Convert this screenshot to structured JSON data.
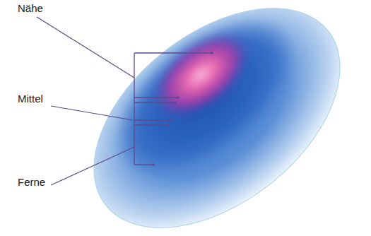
{
  "diagram": {
    "labels": [
      "Nähe",
      "Mittel",
      "Ferne"
    ]
  }
}
